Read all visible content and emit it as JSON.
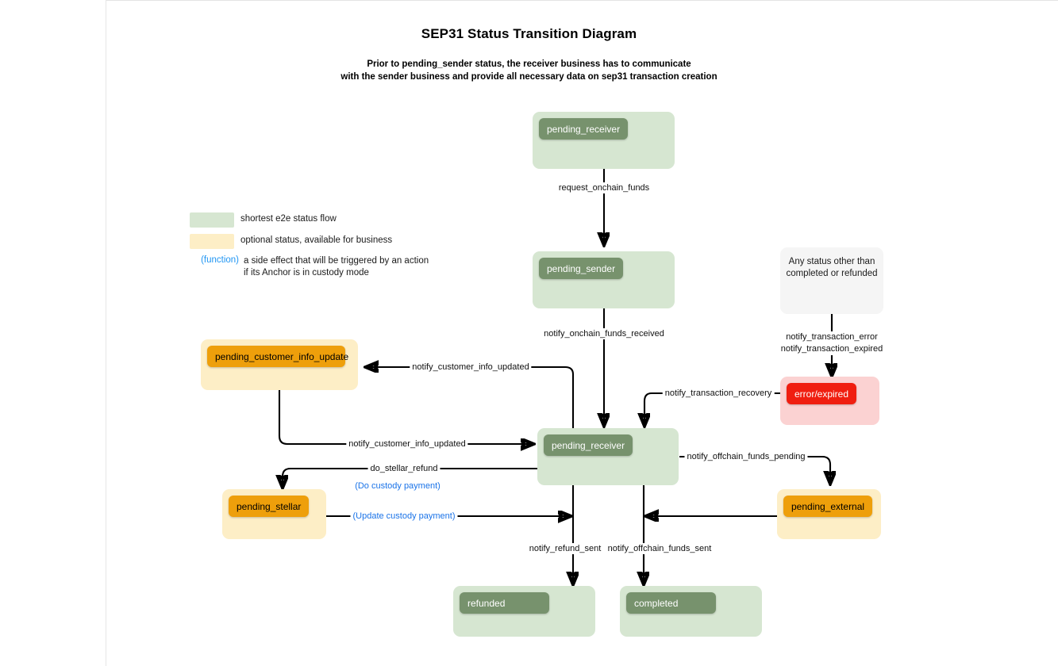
{
  "header": {
    "title": "SEP31 Status Transition Diagram",
    "subtitle_line1": "Prior to pending_sender status, the receiver business has to communicate",
    "subtitle_line2": "with the sender business and provide all necessary data on sep31 transaction creation"
  },
  "legend": {
    "rows": [
      {
        "swatch_color": "#d6e6d1",
        "text": "shortest e2e status flow"
      },
      {
        "swatch_color": "#fdeec6",
        "text": "optional status, available for business"
      }
    ],
    "function_row": {
      "marker": "(function)",
      "line1": "a side effect that will be triggered by an action",
      "line2": "if its Anchor is in custody mode",
      "marker_color": "#2196f3"
    }
  },
  "nodes": {
    "pending_receiver_top": {
      "label": "pending_receiver",
      "kind": "green"
    },
    "pending_sender": {
      "label": "pending_sender",
      "kind": "green"
    },
    "any_status": {
      "line1": "Any status other than",
      "line2": "completed or refunded",
      "kind": "grey"
    },
    "error_expired": {
      "label": "error/expired",
      "kind": "red"
    },
    "pending_customer_info_update": {
      "label": "pending_customer_info_update",
      "kind": "amber"
    },
    "pending_receiver_mid": {
      "label": "pending_receiver",
      "kind": "green"
    },
    "pending_stellar": {
      "label": "pending_stellar",
      "kind": "amber"
    },
    "pending_external": {
      "label": "pending_external",
      "kind": "amber"
    },
    "refunded": {
      "label": "refunded",
      "kind": "green"
    },
    "completed": {
      "label": "completed",
      "kind": "green"
    }
  },
  "edges": {
    "request_onchain_funds": "request_onchain_funds",
    "notify_onchain_funds_received": "notify_onchain_funds_received",
    "notify_transaction_error": "notify_transaction_error",
    "notify_transaction_expired": "notify_transaction_expired",
    "notify_transaction_recovery": "notify_transaction_recovery",
    "notify_customer_info_updated_top": "notify_customer_info_updated",
    "notify_customer_info_updated_bottom": "notify_customer_info_updated",
    "do_stellar_refund": "do_stellar_refund",
    "do_custody_payment": "(Do custody payment)",
    "update_custody_payment": "(Update custody payment)",
    "notify_offchain_funds_pending": "notify_offchain_funds_pending",
    "notify_refund_sent": "notify_refund_sent",
    "notify_offchain_funds_sent": "notify_offchain_funds_sent"
  },
  "colors": {
    "green_fill": "#d6e6d1",
    "green_chip": "#77926d",
    "amber_fill": "#fdeec6",
    "amber_chip": "#ee9f0b",
    "red_fill": "#fbd2d2",
    "red_chip": "#f01e10",
    "grey_fill": "#f5f5f5",
    "function_blue": "#1a73e8",
    "edge_stroke": "#000000"
  }
}
